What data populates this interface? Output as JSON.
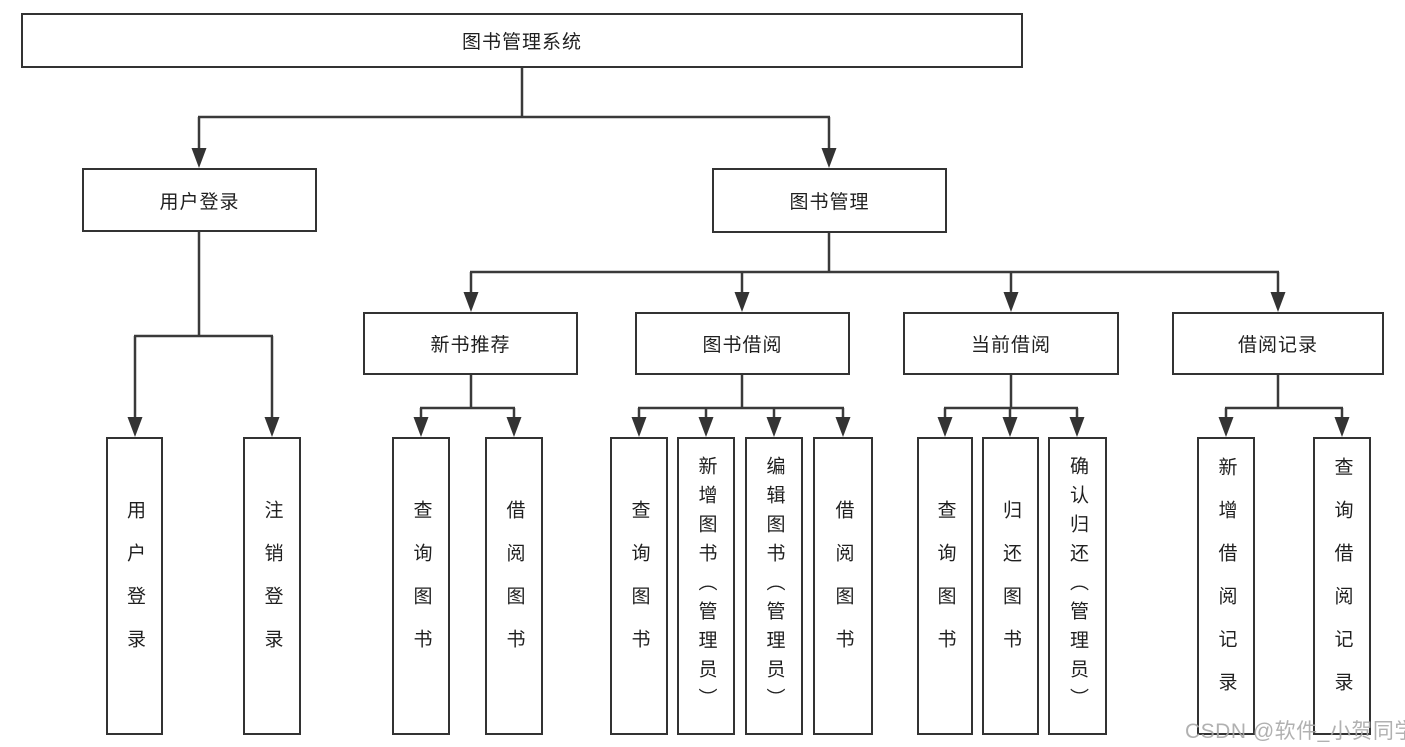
{
  "tree": {
    "root": {
      "label": "图书管理系统"
    },
    "branches": [
      {
        "label": "用户登录",
        "children": [
          {
            "label": "用户登录"
          },
          {
            "label": "注销登录"
          }
        ]
      },
      {
        "label": "图书管理",
        "children": [
          {
            "label": "新书推荐",
            "children": [
              {
                "label": "查询图书"
              },
              {
                "label": "借阅图书"
              }
            ]
          },
          {
            "label": "图书借阅",
            "children": [
              {
                "label": "查询图书"
              },
              {
                "label": "新增图书（管理员）"
              },
              {
                "label": "编辑图书（管理员）"
              },
              {
                "label": "借阅图书"
              }
            ]
          },
          {
            "label": "当前借阅",
            "children": [
              {
                "label": "查询图书"
              },
              {
                "label": "归还图书"
              },
              {
                "label": "确认归还（管理员）"
              }
            ]
          },
          {
            "label": "借阅记录",
            "children": [
              {
                "label": "新增借阅记录"
              },
              {
                "label": "查询借阅记录"
              }
            ]
          }
        ]
      }
    ]
  },
  "watermark": "CSDN @软件_小贺同学",
  "colors": {
    "line": "#3a3a3a",
    "box_border": "#333333",
    "box_fill": "#ffffff",
    "text": "#1f1f1f",
    "watermark": "#a8a8a8",
    "background": "#ffffff"
  }
}
